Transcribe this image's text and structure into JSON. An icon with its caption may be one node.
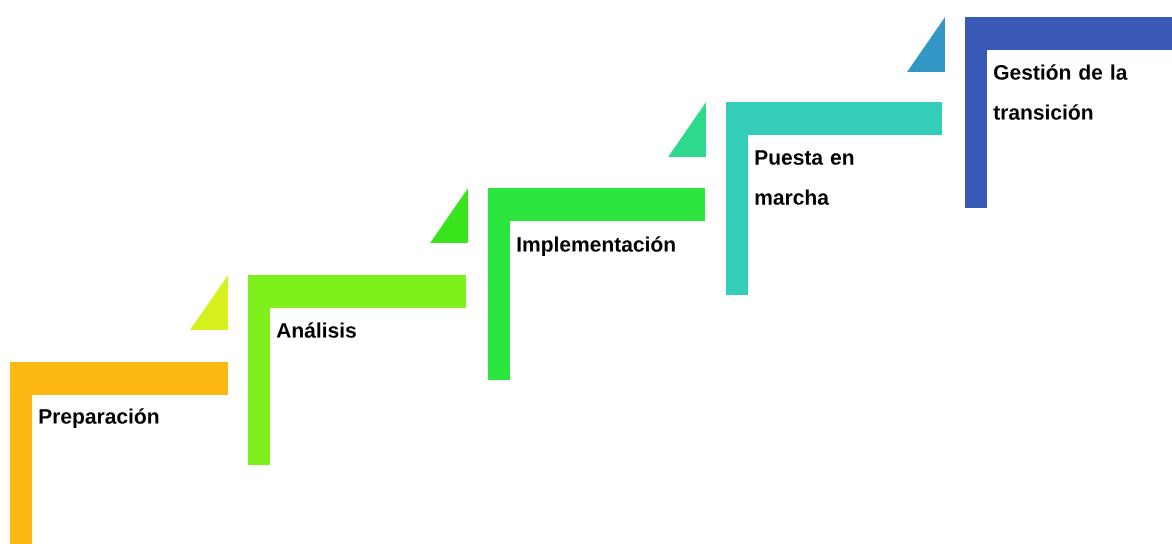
{
  "diagram": {
    "nodes": [
      {
        "text": [
          "Preparación"
        ]
      },
      {
        "text": [
          "Análisis"
        ]
      },
      {
        "text": [
          "Implementación"
        ]
      },
      {
        "text": [
          "Puesta en marcha"
        ]
      },
      {
        "text": [
          "Gestión de la transición"
        ]
      }
    ]
  }
}
